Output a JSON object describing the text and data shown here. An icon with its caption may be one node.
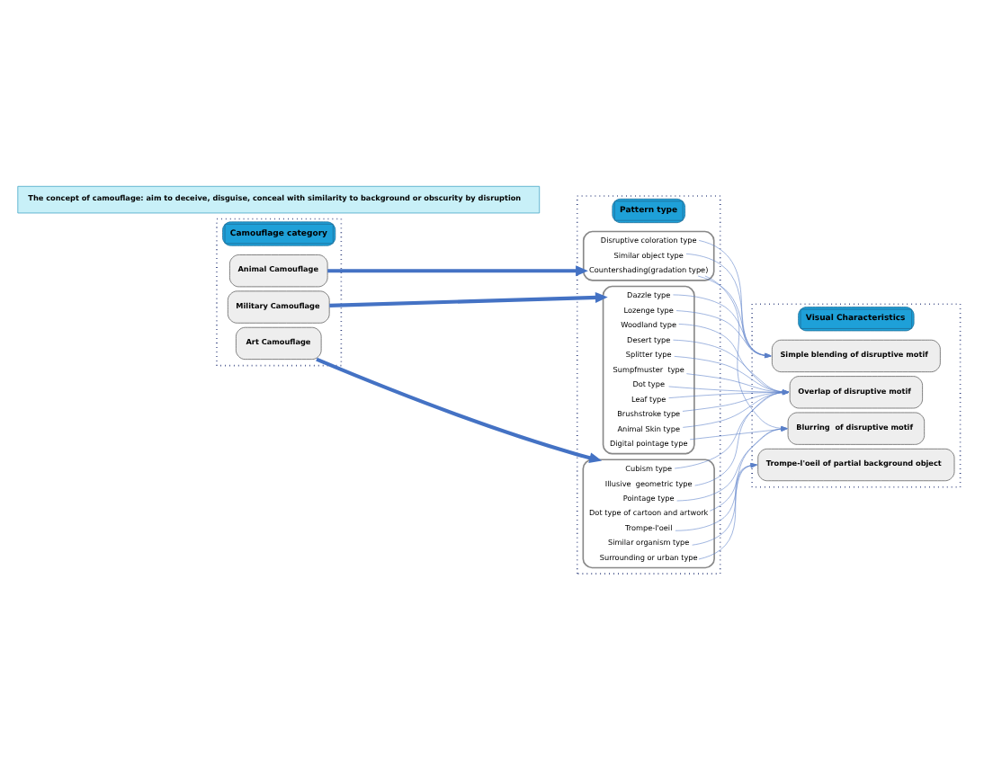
{
  "diagram": {
    "nodes": [
      {
        "text": [
          "Camouflage category"
        ]
      },
      {
        "text": [
          "Animal Camouflage"
        ],
        "in": 0
      },
      {
        "text": [
          "Military Camouflage"
        ],
        "in": 0
      },
      {
        "text": [
          "Art Camouflage"
        ],
        "in": 0
      },
      {
        "text": [
          "Pattern type"
        ]
      },
      {
        "text": [],
        "shape": "box",
        "in": 4
      },
      {
        "text": [
          "Countershading(gradation type)"
        ],
        "in": 5
      },
      {
        "text": [
          "Disruptive coloration type"
        ],
        "in": 5
      },
      {
        "text": [
          "Similar object type"
        ],
        "in": 5
      },
      {
        "text": [],
        "shape": "box",
        "in": 4
      },
      {
        "text": [
          "Dazzle type"
        ],
        "in": 9
      },
      {
        "text": [
          "Lozenge type"
        ],
        "in": 9
      },
      {
        "text": [
          "Splitter type"
        ],
        "in": 9
      },
      {
        "text": [
          "Sumpfmuster  type"
        ],
        "in": 9
      },
      {
        "text": [
          "Dot type"
        ],
        "in": 9
      },
      {
        "text": [
          "Leaf type"
        ],
        "in": 9
      },
      {
        "text": [
          "Brushstroke type"
        ],
        "in": 9
      },
      {
        "text": [
          "Animal Skin type"
        ],
        "in": 9
      },
      {
        "text": [
          "Woodland type"
        ],
        "in": 9
      },
      {
        "text": [
          "Desert type"
        ],
        "in": 9
      },
      {
        "text": [
          "Digital pointage type"
        ],
        "in": 9
      },
      {
        "text": [],
        "shape": "box",
        "in": 4
      },
      {
        "text": [
          "Cubism type"
        ],
        "in": 21
      },
      {
        "text": [
          "Trompe-l'oeil"
        ],
        "in": 21
      },
      {
        "text": [
          "Pointage type"
        ],
        "in": 21
      },
      {
        "text": [
          "Similar organism type"
        ],
        "in": 21
      },
      {
        "text": [
          "Surrounding or urban type"
        ],
        "in": 21
      },
      {
        "text": [
          "Illusive  geometric type"
        ],
        "in": 21
      },
      {
        "text": [
          "Dot type of cartoon and artwork"
        ],
        "in": 21
      },
      {
        "text": [
          "Visual Characteristics"
        ]
      },
      {
        "text": [
          "Simple blending of disruptive motif"
        ],
        "in": 29
      },
      {
        "text": [
          "Overlap of disruptive motif"
        ],
        "in": 29
      },
      {
        "text": [
          "Blurring  of disruptive motif"
        ],
        "in": 29
      },
      {
        "text": [
          "Trompe-l'oeil of partial background object"
        ],
        "in": 29
      },
      {
        "text": [
          "The concept of camouflage: aim to deceive, disguise, conceal with similarity to background or obscurity by disruption"
        ]
      }
    ],
    "edges": [
      {
        "from": 1,
        "to": 5,
        "arrow": "to",
        "style": "thick",
        "color": "#4472c4"
      },
      {
        "from": 2,
        "to": 9,
        "arrow": "to",
        "style": "thick",
        "color": "#4472c4"
      },
      {
        "from": 3,
        "to": 21,
        "arrow": "to",
        "style": "thick",
        "color": "#4472c4"
      },
      {
        "from": 6,
        "to": 30,
        "arrow": "to"
      },
      {
        "from": 6,
        "to": 32,
        "arrow": "to"
      },
      {
        "from": 7,
        "to": 30,
        "arrow": "to"
      },
      {
        "from": 8,
        "to": 30,
        "arrow": "to"
      },
      {
        "from": 10,
        "to": 30,
        "arrow": "to"
      },
      {
        "from": 11,
        "to": 30,
        "arrow": "to"
      },
      {
        "from": 12,
        "to": 31,
        "arrow": "to"
      },
      {
        "from": 13,
        "to": 31,
        "arrow": "to"
      },
      {
        "from": 14,
        "to": 31,
        "arrow": "to"
      },
      {
        "from": 15,
        "to": 31,
        "arrow": "to"
      },
      {
        "from": 16,
        "to": 31,
        "arrow": "to"
      },
      {
        "from": 17,
        "to": 31,
        "arrow": "to"
      },
      {
        "from": 18,
        "to": 31,
        "arrow": "to"
      },
      {
        "from": 19,
        "to": 31,
        "arrow": "to"
      },
      {
        "from": 20,
        "to": 32,
        "arrow": "to"
      },
      {
        "from": 22,
        "to": 31,
        "arrow": "to"
      },
      {
        "from": 23,
        "to": 33,
        "arrow": "to"
      },
      {
        "from": 24,
        "to": 32,
        "arrow": "to"
      },
      {
        "from": 25,
        "to": 33,
        "arrow": "to"
      },
      {
        "from": 26,
        "to": 33,
        "arrow": "to"
      },
      {
        "from": 27,
        "to": 31,
        "arrow": "to"
      },
      {
        "from": 28,
        "to": 32,
        "arrow": "to"
      }
    ]
  }
}
